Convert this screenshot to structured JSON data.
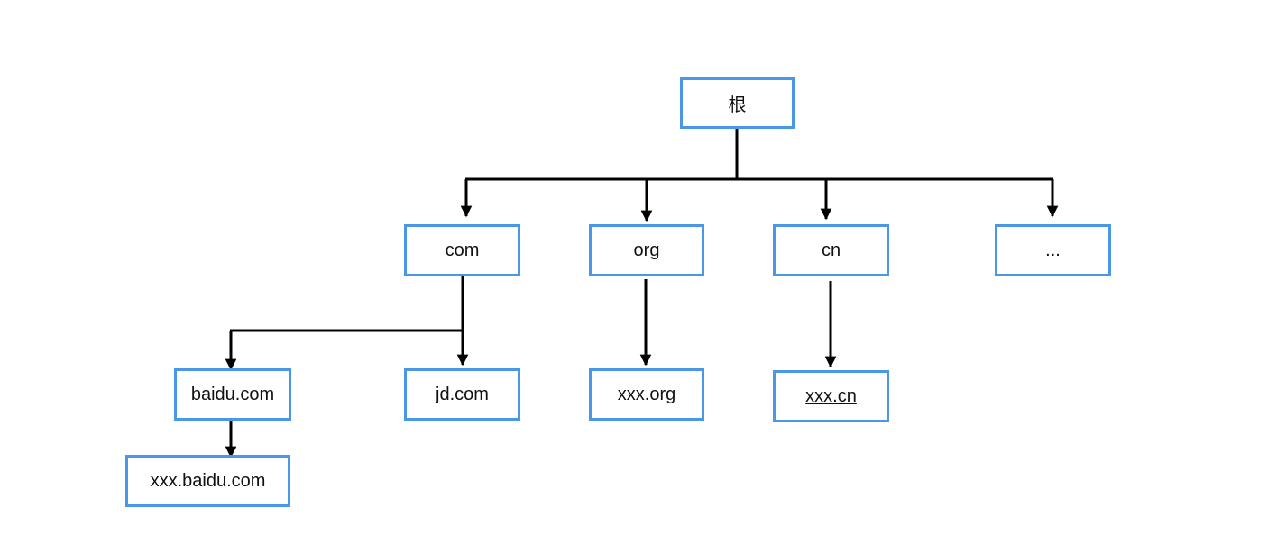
{
  "nodes": {
    "root": "根",
    "com": "com",
    "org": "org",
    "cn": "cn",
    "more": "...",
    "baidu": "baidu.com",
    "jd": "jd.com",
    "xxx_org": "xxx.org",
    "xxx_cn": "xxx.cn",
    "xxx_baidu": "xxx.baidu.com"
  },
  "colors": {
    "box_border": "#4a97e6",
    "connector": "#000000"
  }
}
